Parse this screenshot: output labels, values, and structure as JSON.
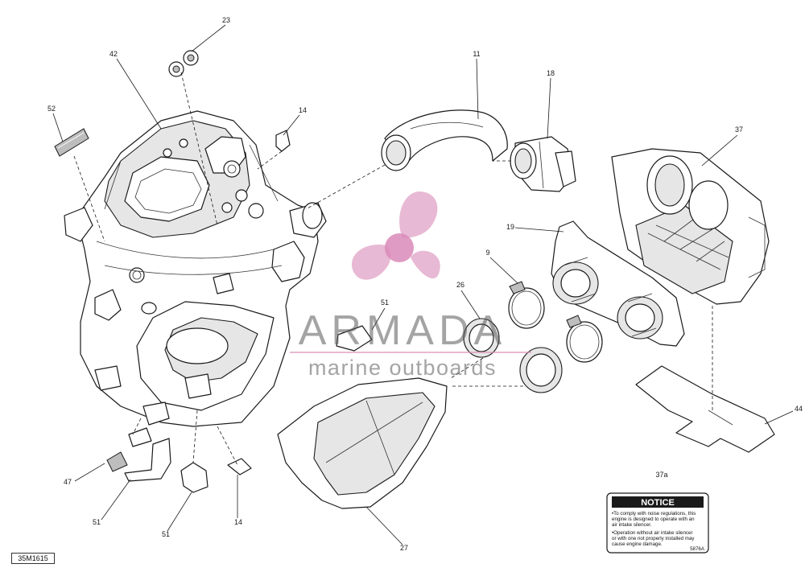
{
  "diagram_ref": "35M1615",
  "watermark": {
    "brand": "ARMADA",
    "tagline": "marine outboards",
    "logo_color": "#d98ab8"
  },
  "callouts": {
    "c23": "23",
    "c42": "42",
    "c14a": "14",
    "c52": "52",
    "c11": "11",
    "c18": "18",
    "c37": "37",
    "c19": "19",
    "c9": "9",
    "c26": "26",
    "c51a": "51",
    "c44": "44",
    "c47": "47",
    "c51b": "51",
    "c51c": "51",
    "c14b": "14",
    "c27": "27",
    "c37a": "37a"
  },
  "notice_label": {
    "header": "NOTICE",
    "line1": "•To comply with noise regulations, this",
    "line2": "engine is designed to operate with an",
    "line3": "air intake silencer.",
    "line4": "•Operation without air intake silencer",
    "line5": "or with one not properly installed may",
    "line6": "cause engine damage.",
    "code": "5876A"
  }
}
